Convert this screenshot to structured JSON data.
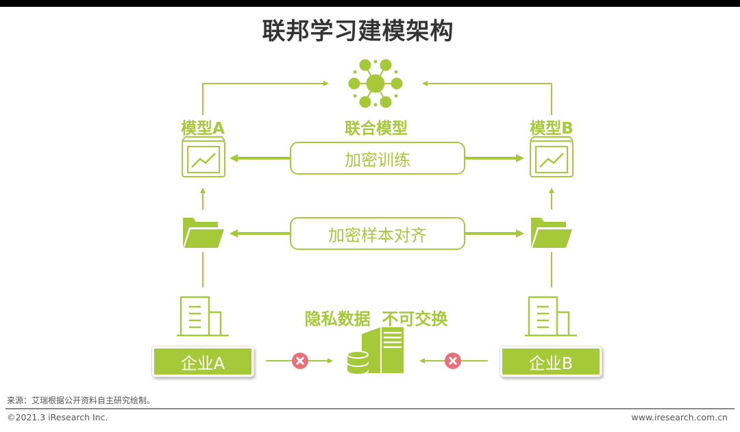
{
  "title": "联邦学习建模架构",
  "labels": {
    "model_a": "模型A",
    "joint_model": "联合模型",
    "model_b": "模型B",
    "encrypted_training": "加密训练",
    "encrypted_alignment": "加密样本对齐",
    "privacy_note": "隐私数据  不可交换",
    "enterprise_a": "企业A",
    "enterprise_b": "企业B"
  },
  "footer": {
    "source": "来源：艾瑞根据公开资料自主研究绘制。",
    "copyright": "©2021.3 iResearch Inc.",
    "website": "www.iresearch.com.cn"
  },
  "colors": {
    "accent": "#a6c93a",
    "blocked": "#e8707a",
    "title": "#333333"
  }
}
